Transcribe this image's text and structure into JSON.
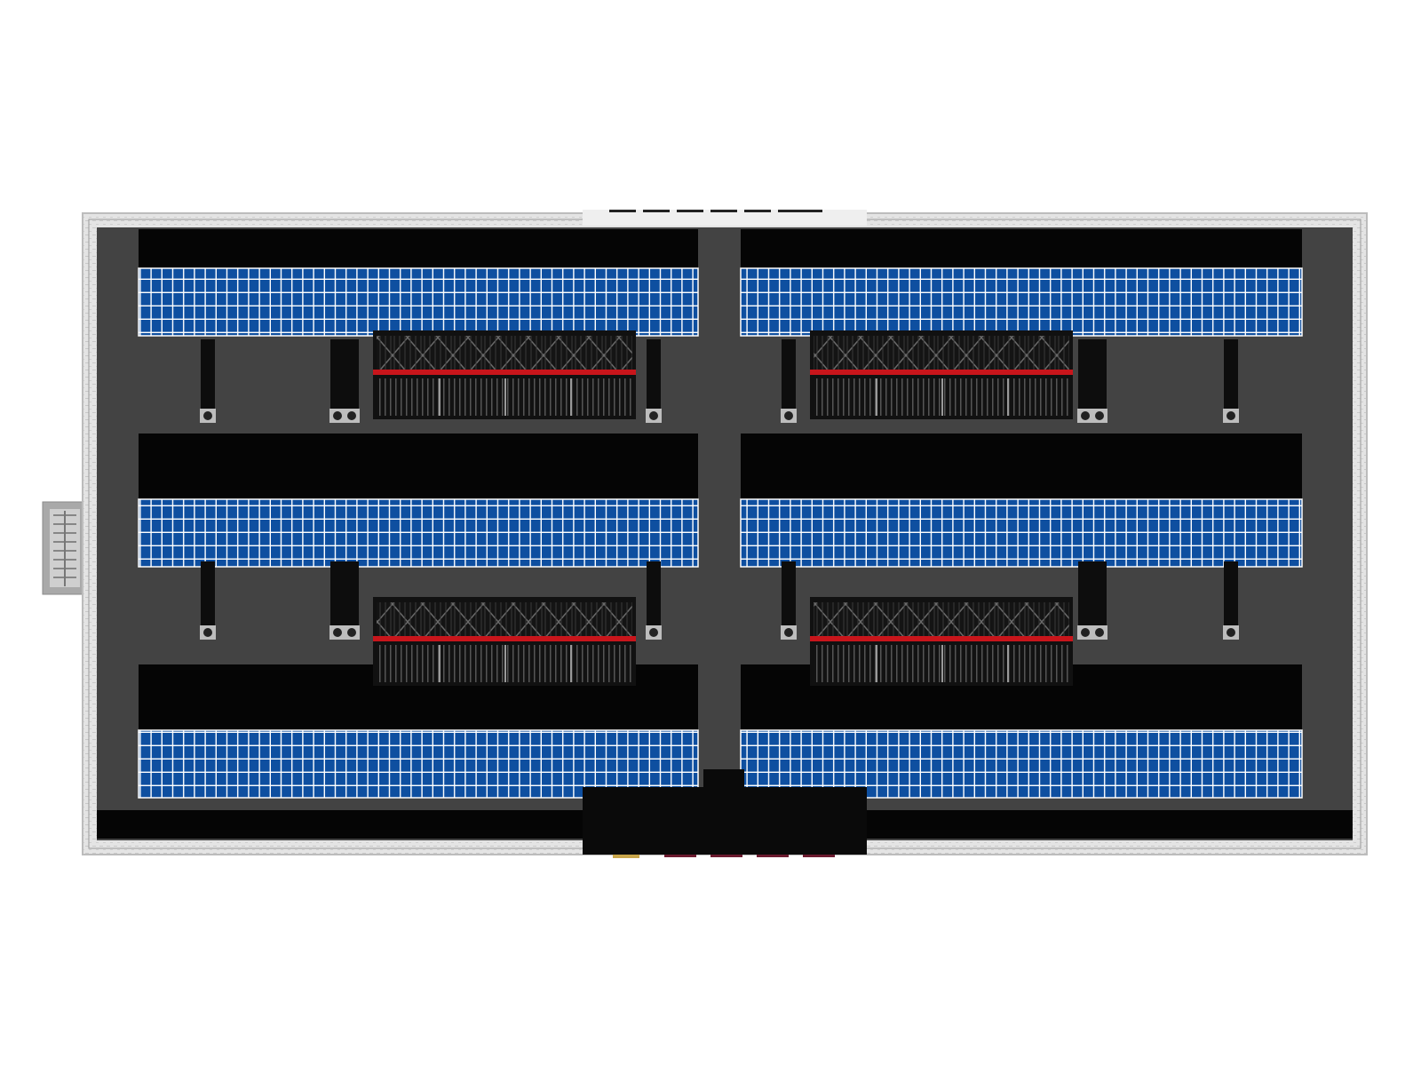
{
  "scene": {
    "subject": "rooftop-solar-array-top-view",
    "colors": {
      "background": "#ffffff",
      "parapet": "#dcdcdc",
      "roof": "#434343",
      "shadow": "#050505",
      "panel": "#0e4fa0",
      "panel_grid": "#ffffff",
      "equipment": "#111111",
      "equipment_stripe": "#c8151b",
      "vent_cap": "#bdbdbd"
    }
  },
  "array": {
    "rows": 3,
    "blocks_per_row": 2,
    "panel_rows_per_block": 5,
    "panel_columns_per_block": 52
  },
  "equipment": {
    "hvac_units": 4,
    "vent_pairs_per_unit": 3
  }
}
